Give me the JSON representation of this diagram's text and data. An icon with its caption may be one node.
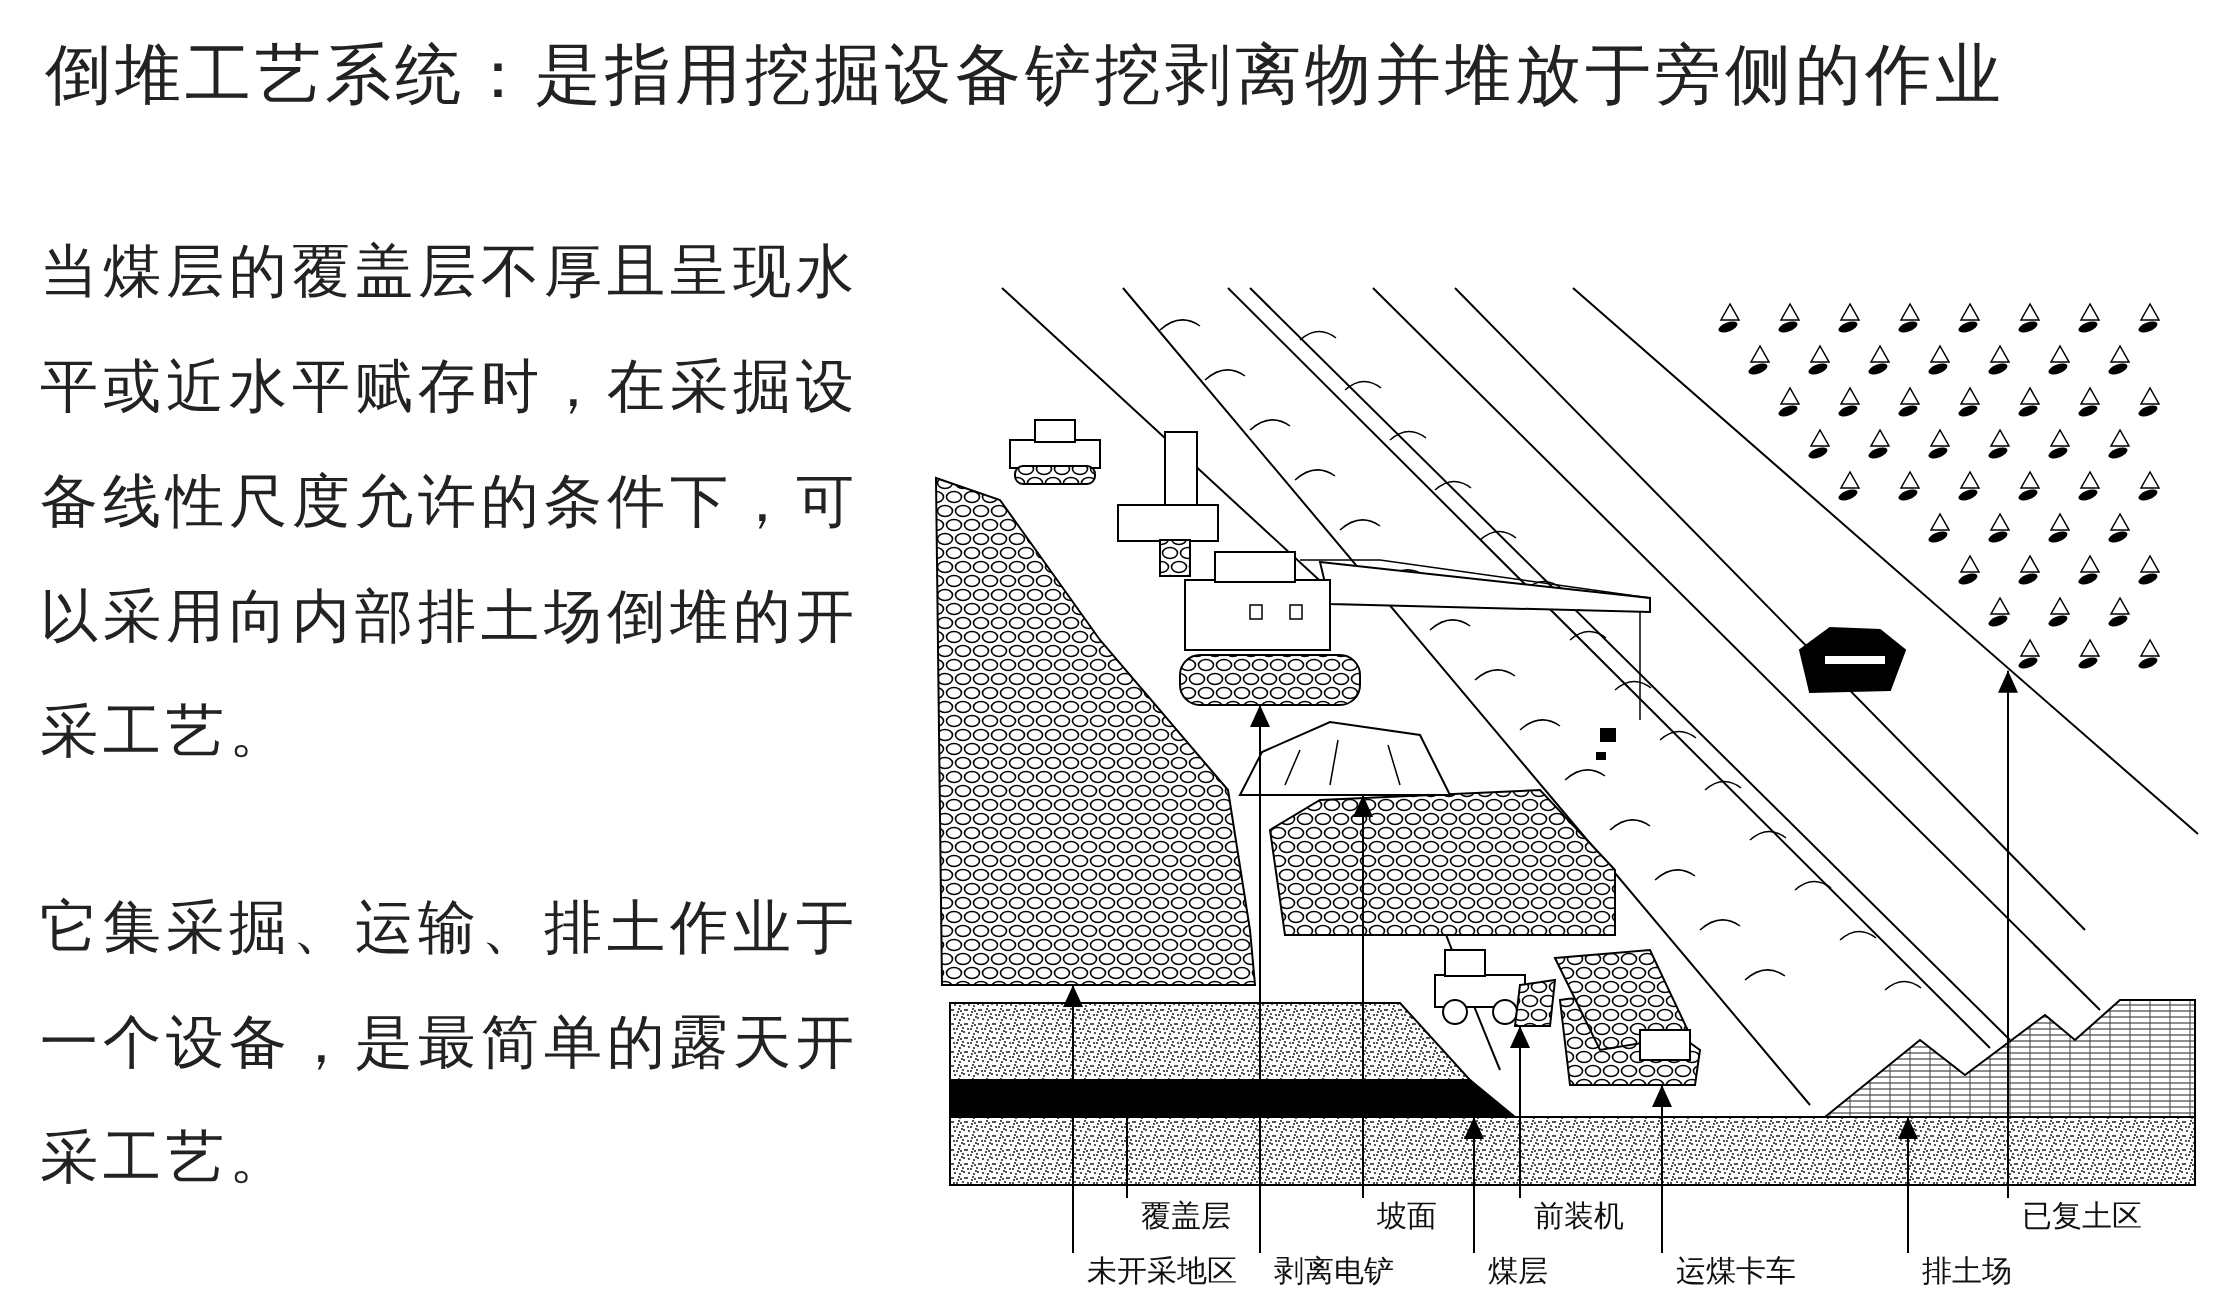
{
  "diagram": {
    "title": "倒堆工艺系统：是指用挖掘设备铲挖剥离物并堆放于旁侧的作业",
    "nodes": [
      {
        "text": [
          "覆盖层"
        ]
      },
      {
        "text": [
          "坡面"
        ]
      },
      {
        "text": [
          "前装机"
        ]
      },
      {
        "text": [
          "已复土区"
        ]
      },
      {
        "text": [
          "未开采地区"
        ]
      },
      {
        "text": [
          "剥离电铲"
        ]
      },
      {
        "text": [
          "煤层"
        ]
      },
      {
        "text": [
          "运煤卡车"
        ]
      },
      {
        "text": [
          "排土场"
        ]
      },
      {
        "text": [],
        "shape": "picture"
      },
      {
        "text": [],
        "shape": "picture"
      },
      {
        "text": [],
        "shape": "picture"
      },
      {
        "text": [],
        "shape": "picture"
      },
      {
        "text": [],
        "shape": "picture"
      },
      {
        "text": [],
        "shape": "picture"
      },
      {
        "text": [],
        "shape": "picture"
      },
      {
        "text": [],
        "shape": "picture"
      },
      {
        "text": [],
        "shape": "picture"
      }
    ],
    "edges": [
      {
        "from": 0,
        "to": 9,
        "arrow": "to"
      },
      {
        "from": 1,
        "to": 10,
        "arrow": "to"
      },
      {
        "from": 2,
        "to": 11,
        "arrow": "to"
      },
      {
        "from": 3,
        "to": 12,
        "arrow": "to"
      },
      {
        "from": 4,
        "to": 13,
        "arrow": "to"
      },
      {
        "from": 5,
        "to": 14,
        "arrow": "to"
      },
      {
        "from": 6,
        "to": 15,
        "arrow": "to"
      },
      {
        "from": 7,
        "to": 16,
        "arrow": "to"
      },
      {
        "from": 8,
        "to": 17,
        "arrow": "to"
      }
    ],
    "labels": [
      "当煤层的覆盖层不厚且呈现水平或近水平赋存时，在采掘设备线性尺度允许的条件下，可以采用向内部排土场倒堆的开采工艺。",
      "它集采掘、运输、排土作业于一个设备，是最简单的露天开采工艺。"
    ]
  }
}
